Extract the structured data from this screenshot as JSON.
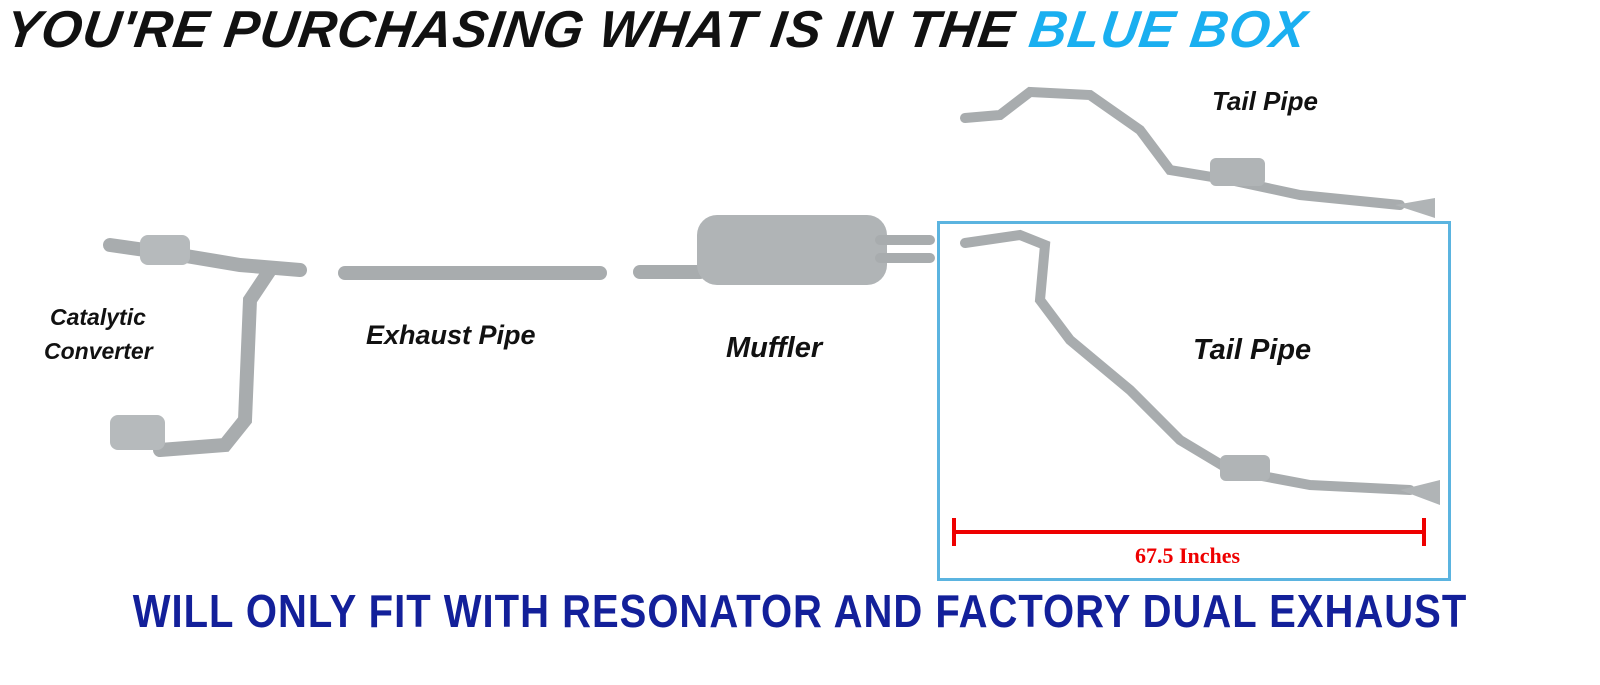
{
  "title": {
    "prefix": "YOU'RE PURCHASING WHAT IS IN THE",
    "highlight": "BLUE BOX"
  },
  "labels": {
    "catalytic_1": "Catalytic",
    "catalytic_2": "Converter",
    "exhaust_pipe": "Exhaust Pipe",
    "muffler": "Muffler",
    "tail_pipe_top": "Tail Pipe",
    "tail_pipe_box": "Tail Pipe"
  },
  "measurement": "67.5 Inches",
  "footer": "WILL ONLY FIT WITH RESONATOR AND FACTORY DUAL EXHAUST",
  "colors": {
    "highlight": "#1aaff0",
    "box": "#5bb4e0",
    "footer": "#13209a",
    "measure": "#e00000"
  }
}
